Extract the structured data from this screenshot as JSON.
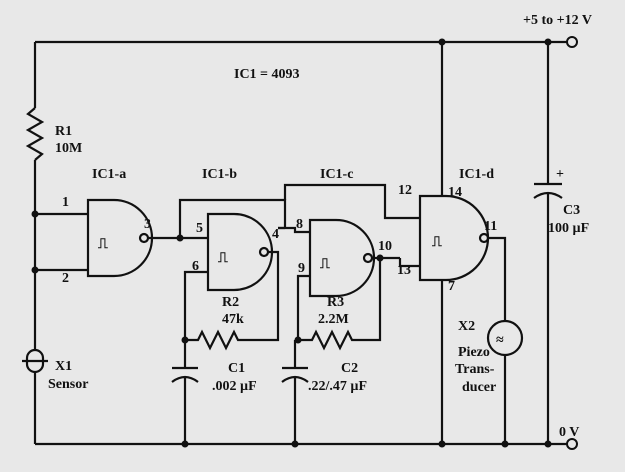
{
  "supply_label": "+5 to +12 V",
  "ground_label": "0 V",
  "ic_label": "IC1 = 4093",
  "gates": {
    "a": {
      "name": "IC1-a",
      "pins": {
        "in1": "1",
        "in2": "2",
        "out": "3"
      }
    },
    "b": {
      "name": "IC1-b",
      "pins": {
        "in1": "5",
        "in2": "6",
        "out": "4"
      }
    },
    "c": {
      "name": "IC1-c",
      "pins": {
        "in1": "8",
        "in2": "9",
        "out": "10"
      }
    },
    "d": {
      "name": "IC1-d",
      "pins": {
        "in1": "12",
        "in2": "13",
        "out": "11",
        "vdd": "14",
        "gnd": "7"
      }
    }
  },
  "schmitt_glyph": "⎍",
  "components": {
    "r1": {
      "name": "R1",
      "value": "10M"
    },
    "r2": {
      "name": "R2",
      "value": "47k"
    },
    "r3": {
      "name": "R3",
      "value": "2.2M"
    },
    "c1": {
      "name": "C1",
      "value": ".002 µF"
    },
    "c2": {
      "name": "C2",
      "value": ".22/.47 µF"
    },
    "c3": {
      "name": "C3",
      "value": "100 µF",
      "polarity": "+"
    },
    "x1": {
      "name": "X1",
      "value": "Sensor"
    },
    "x2": {
      "name": "X2",
      "line1": "Piezo",
      "line2": "Trans-",
      "line3": "ducer",
      "glyph": "≈"
    }
  }
}
